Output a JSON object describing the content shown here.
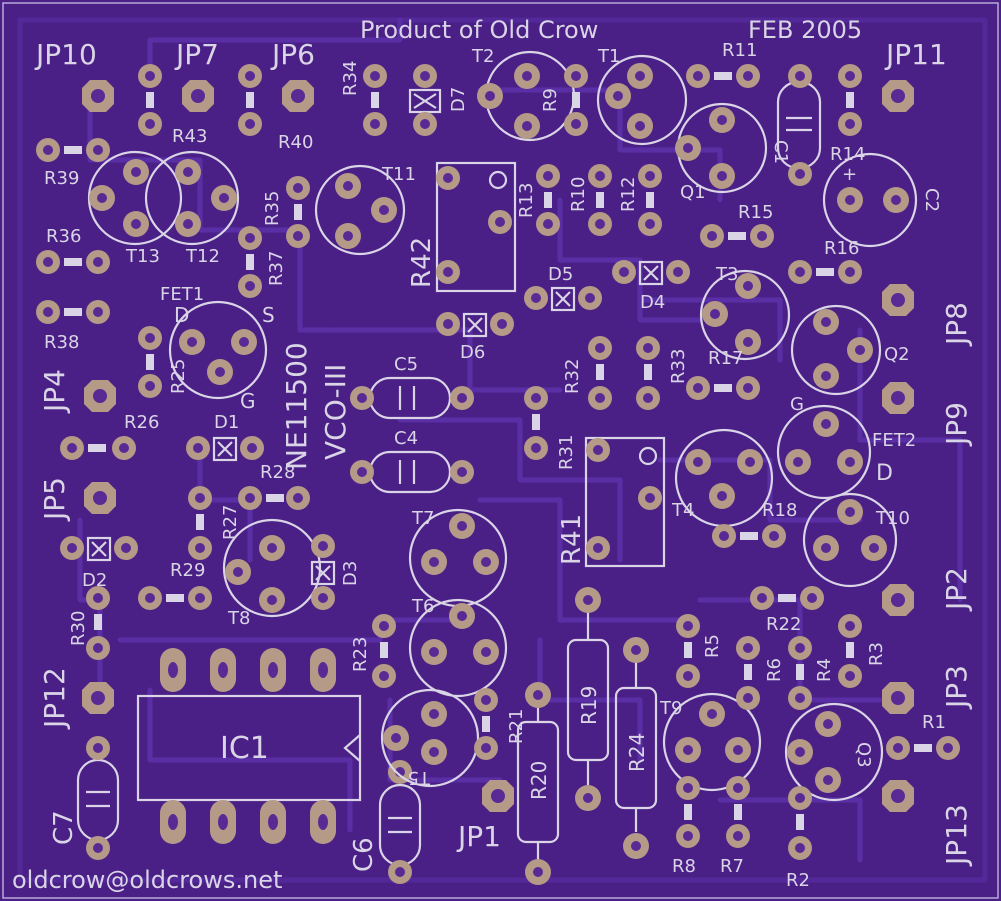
{
  "board": {
    "colors": {
      "substrate": "#4a1f86",
      "trace": "#5a2fa6",
      "silkscreen": "#d9d4e6",
      "pad": "#b59a88",
      "drill": "#5a2a94",
      "outline": "#b8a9d9"
    },
    "header_text": "Product of Old Crow",
    "date_text": "FEB 2005",
    "footer_text": "oldcrow@oldcrows.net",
    "project_line1": "NE11500",
    "project_line2": "VCO-III",
    "ic_label": "IC1"
  },
  "jumpers": [
    "JP10",
    "JP7",
    "JP6",
    "JP11",
    "JP8",
    "JP9",
    "JP4",
    "JP5",
    "JP2",
    "JP3",
    "JP12",
    "JP13",
    "JP1"
  ],
  "resistors": [
    "R34",
    "R9",
    "R11",
    "R43",
    "R40",
    "R39",
    "R13",
    "R10",
    "R12",
    "R14",
    "R35",
    "R15",
    "R16",
    "R36",
    "R37",
    "R38",
    "R25",
    "R32",
    "R33",
    "R17",
    "R26",
    "R31",
    "R28",
    "R27",
    "R41",
    "R18",
    "R29",
    "R30",
    "R22",
    "R23",
    "R3",
    "R5",
    "R6",
    "R4",
    "R19",
    "R24",
    "R21",
    "R20",
    "R1",
    "R8",
    "R7",
    "R2",
    "R42"
  ],
  "transistors": [
    "T2",
    "T1",
    "T11",
    "T13",
    "T12",
    "T3",
    "T4",
    "T7",
    "T10",
    "T8",
    "T6",
    "T9",
    "T5",
    "Q1",
    "Q2",
    "Q3"
  ],
  "fets": [
    "FET1",
    "FET2"
  ],
  "fet_pins": [
    "D",
    "S",
    "G"
  ],
  "diodes": [
    "D7",
    "D5",
    "D4",
    "D6",
    "D1",
    "D3",
    "D2"
  ],
  "capacitors": [
    "C1",
    "C2",
    "C5",
    "C4",
    "C7",
    "C6"
  ],
  "misc_marks": [
    "+"
  ]
}
